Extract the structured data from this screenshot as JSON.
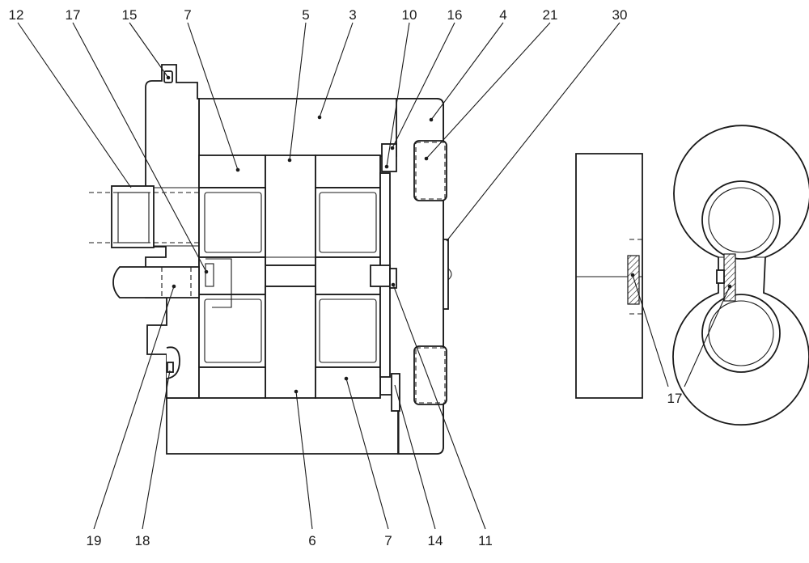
{
  "diagram": {
    "callouts_top": [
      {
        "id": "c12",
        "label": "12"
      },
      {
        "id": "c17",
        "label": "17"
      },
      {
        "id": "c15",
        "label": "15"
      },
      {
        "id": "c7",
        "label": "7"
      },
      {
        "id": "c5",
        "label": "5"
      },
      {
        "id": "c3",
        "label": "3"
      },
      {
        "id": "c10",
        "label": "10"
      },
      {
        "id": "c16",
        "label": "16"
      },
      {
        "id": "c4",
        "label": "4"
      },
      {
        "id": "c21",
        "label": "21"
      },
      {
        "id": "c30",
        "label": "30"
      }
    ],
    "callouts_bottom": [
      {
        "id": "c19",
        "label": "19"
      },
      {
        "id": "c18",
        "label": "18"
      },
      {
        "id": "c6",
        "label": "6"
      },
      {
        "id": "c7b",
        "label": "7"
      },
      {
        "id": "c14",
        "label": "14"
      },
      {
        "id": "c11",
        "label": "11"
      }
    ],
    "callouts_side": [
      {
        "id": "c17s",
        "label": "17"
      }
    ]
  }
}
